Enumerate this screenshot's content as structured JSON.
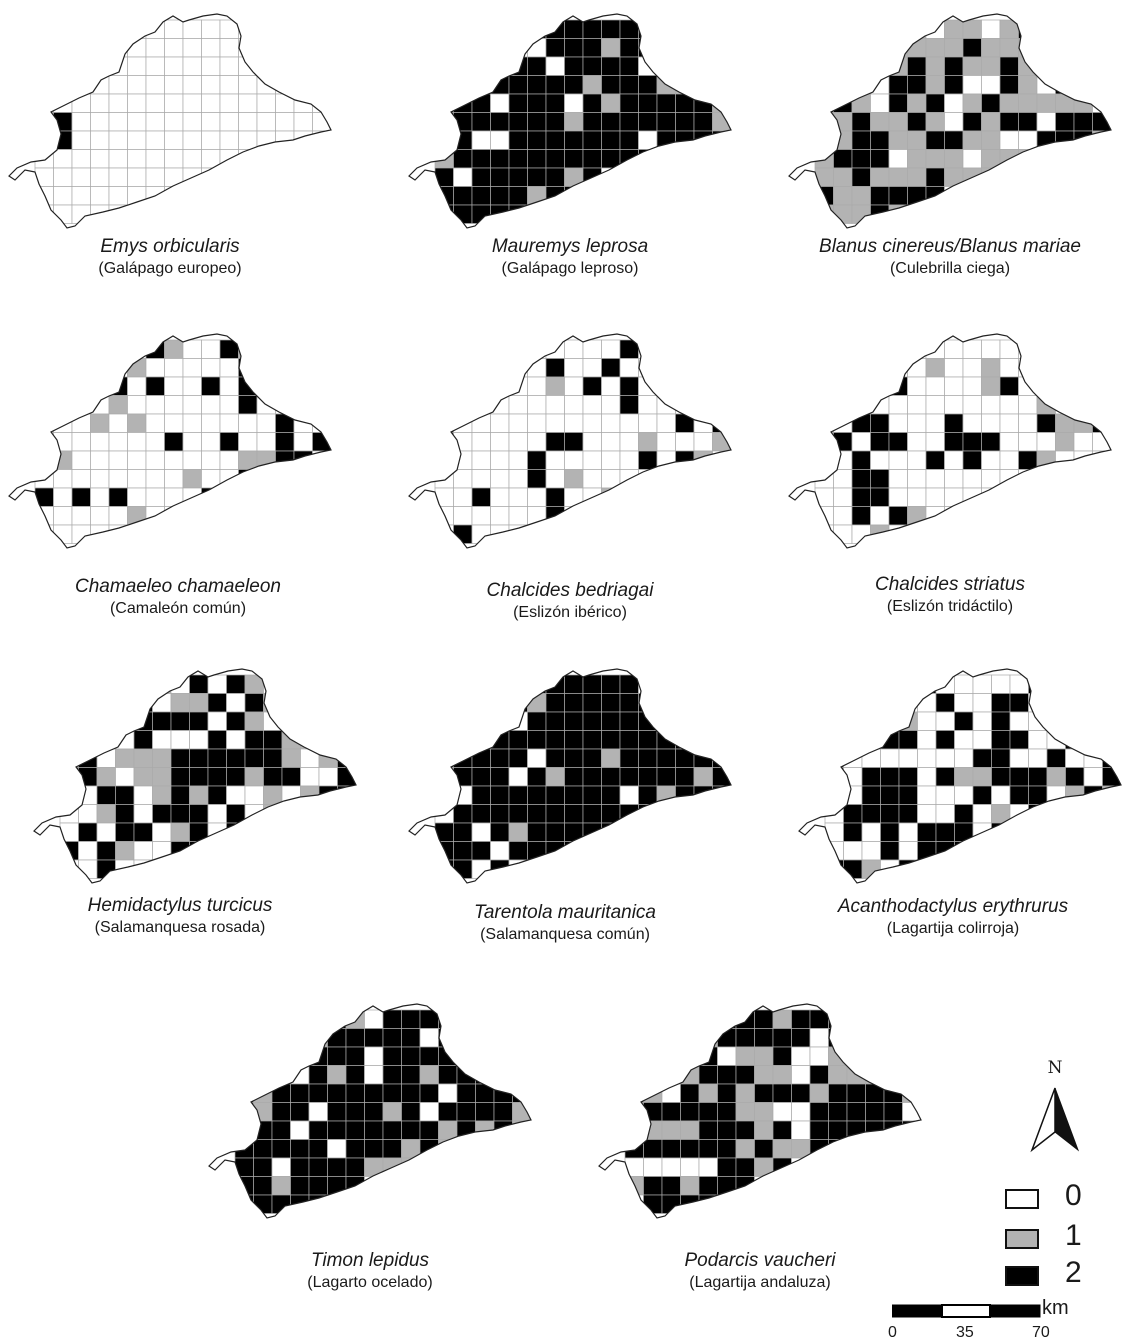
{
  "panels": [
    {
      "scientific_name": "Emys orbicularis",
      "common_name": "(Galápago europeo)"
    },
    {
      "scientific_name": "Mauremys leprosa",
      "common_name": "(Galápago leproso)"
    },
    {
      "scientific_name": "Blanus cinereus/Blanus mariae",
      "common_name": "(Culebrilla ciega)"
    },
    {
      "scientific_name": "Chamaeleo chamaeleon",
      "common_name": "(Camaleón común)"
    },
    {
      "scientific_name": "Chalcides bedriagai",
      "common_name": "(Eslizón ibérico)"
    },
    {
      "scientific_name": "Chalcides striatus",
      "common_name": "(Eslizón tridáctilo)"
    },
    {
      "scientific_name": "Hemidactylus turcicus",
      "common_name": "(Salamanquesa rosada)"
    },
    {
      "scientific_name": "Tarentola mauritanica",
      "common_name": "(Salamanquesa común)"
    },
    {
      "scientific_name": "Acanthodactylus erythrurus",
      "common_name": "(Lagartija colirroja)"
    },
    {
      "scientific_name": "Timon lepidus",
      "common_name": "(Lagarto ocelado)"
    },
    {
      "scientific_name": "Podarcis vaucheri",
      "common_name": "(Lagartija andaluza)"
    }
  ],
  "legend": {
    "items": [
      {
        "label": "0",
        "color": "#ffffff"
      },
      {
        "label": "1",
        "color": "#b3b3b3"
      },
      {
        "label": "2",
        "color": "#000000"
      }
    ]
  },
  "north_arrow": {
    "label": "N"
  },
  "scale_bar": {
    "unit": "km",
    "ticks": [
      "0",
      "35",
      "70"
    ]
  },
  "colors": {
    "outline": "#222222",
    "grid": "#aaaaaa",
    "absent": "#ffffff",
    "probable": "#b3b3b3",
    "confirmed": "#000000"
  }
}
